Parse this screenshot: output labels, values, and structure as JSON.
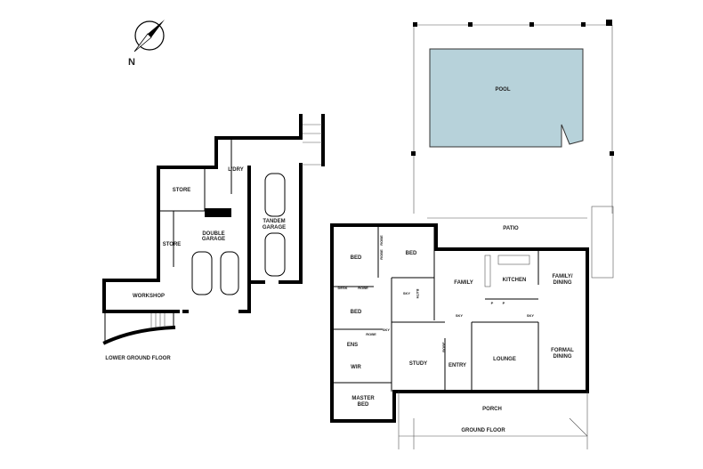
{
  "compass": {
    "label": "N",
    "icon": "north-arrow-icon"
  },
  "colors": {
    "pool": "#b7d2da",
    "walls": "#000000"
  },
  "lower_ground_floor": {
    "title": "LOWER GROUND FLOOR",
    "rooms": {
      "store_upper": "STORE",
      "laundry": "L'DRY",
      "double_garage_1": "DOUBLE",
      "double_garage_2": "GARAGE",
      "tandem_garage_1": "TANDEM",
      "tandem_garage_2": "GARAGE",
      "store_lower": "STORE",
      "workshop": "WORKSHOP"
    }
  },
  "ground_floor": {
    "title": "GROUND FLOOR",
    "rooms": {
      "pool": "POOL",
      "patio": "PATIO",
      "bed1": "BED",
      "bed2": "BED",
      "robe1": "ROBE",
      "robe2": "ROBE",
      "desk": "DESK",
      "robe3": "ROBE",
      "bath": "BATH",
      "sky1": "SKY",
      "family": "FAMILY",
      "kitchen": "KITCHEN",
      "family_dining_1": "FAMILY/",
      "family_dining_2": "DINING",
      "bed3": "BED",
      "sky2": "SKY",
      "sky3": "SKY",
      "sky4": "SKY",
      "p1": "P",
      "p2": "P",
      "robe4": "ROBE",
      "ens": "ENS",
      "robe5": "ROBE",
      "wir": "WIR",
      "study": "STUDY",
      "entry": "ENTRY",
      "lounge": "LOUNGE",
      "formal_dining_1": "FORMAL",
      "formal_dining_2": "DINING",
      "master_bed_1": "MASTER",
      "master_bed_2": "BED",
      "porch": "PORCH"
    }
  }
}
